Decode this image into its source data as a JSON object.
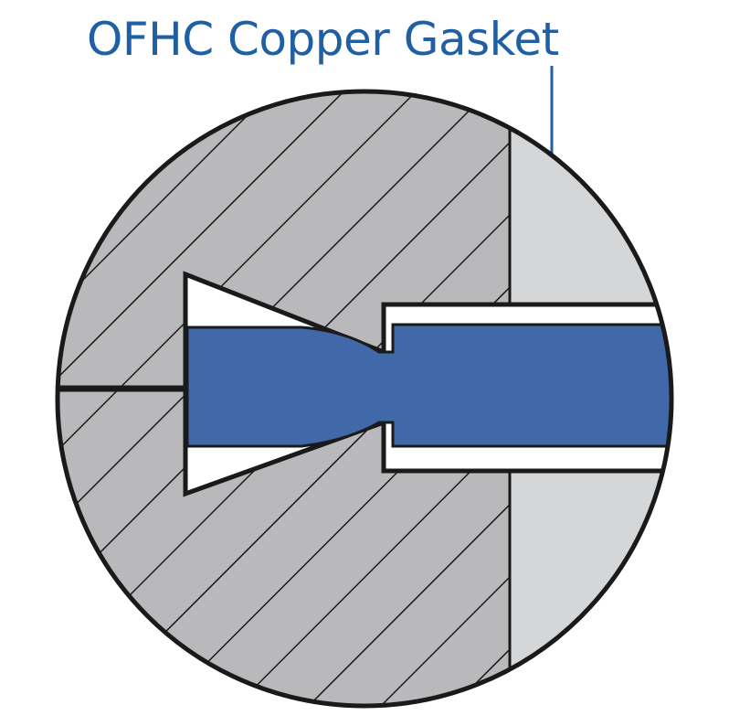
{
  "callout": {
    "label": "OFHC Copper Gasket"
  },
  "colors": {
    "callout": "#1f5fa4",
    "gasket": "#4169aa",
    "hatch_body": "#b9b9bb",
    "plain_body": "#d5d6d8",
    "outline": "#1a1a1a",
    "background": "#ffffff"
  },
  "parts": {
    "gasket": "gasket",
    "flange_body": "hatched-flange-body",
    "mating_flange": "mating-flange",
    "knife_edge": "knife-edge"
  }
}
